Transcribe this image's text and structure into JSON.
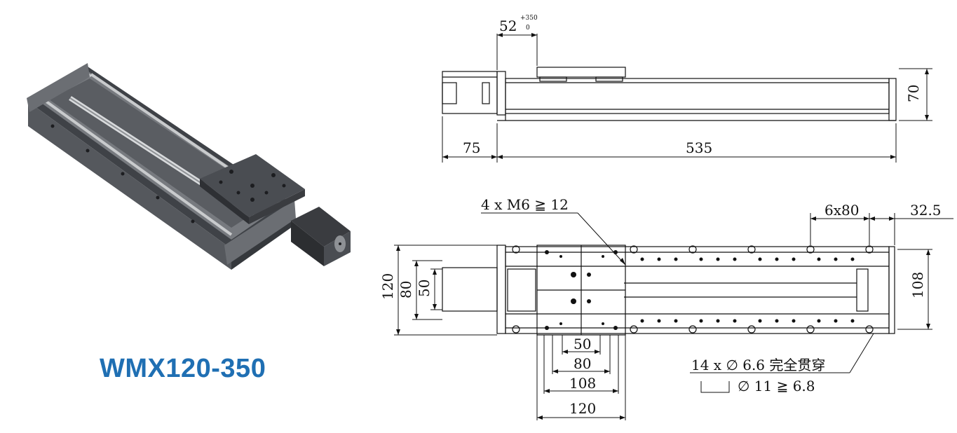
{
  "product": {
    "model": "WMX120-350",
    "model_color": "#1f6fb3"
  },
  "side_view": {
    "stroke_offset": "52",
    "stroke_tol_upper": "+350",
    "stroke_tol_lower": "0",
    "height": "70",
    "motor_length": "75",
    "body_length": "535"
  },
  "top_view": {
    "tapped_holes": "4 x  M6 ≧ 12",
    "hole_pitch": "6x80",
    "end_offset": "32.5",
    "overall_width": "120",
    "inner_width_80": "80",
    "inner_width_50": "50",
    "rail_span": "108",
    "carriage_50": "50",
    "carriage_80": "80",
    "carriage_108": "108",
    "carriage_120": "120",
    "mount_holes": "14 x  ∅  6.6 完全贯穿",
    "counterbore": "∅  11  ≧  6.8"
  },
  "colors": {
    "line": "#111111",
    "body_dark": "#4a4d52",
    "body_mid": "#6b6e73",
    "body_light": "#9a9da1",
    "rail": "#c9cbcd"
  }
}
